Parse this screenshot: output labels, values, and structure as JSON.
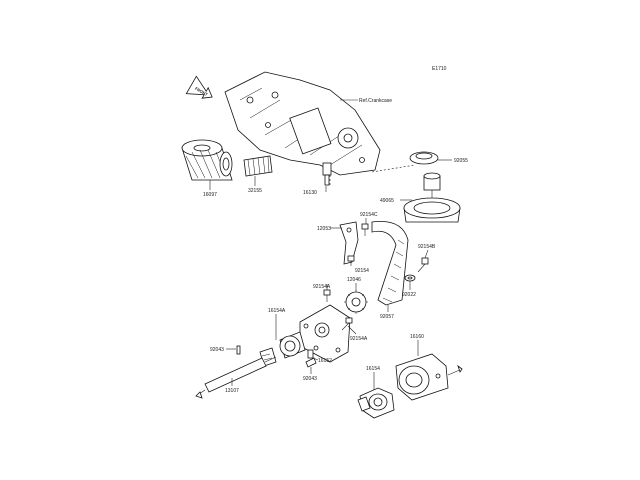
{
  "diagram": {
    "code": "E1710",
    "front_label": "FRONT",
    "ref_label": "Ref.Crankcase",
    "callouts": {
      "p16097": "16097",
      "p32155": "32155",
      "p16130": "16130",
      "p92055": "92055",
      "p49065": "49065",
      "p12053": "12053",
      "p92154C": "92154C",
      "p92154B": "92154B",
      "p92154": "92154",
      "p12046": "12046",
      "p92154A_top": "92154A",
      "p92022": "92022",
      "p92057": "92057",
      "p16154A": "16154A",
      "p92154A_bot": "92154A",
      "p92043_left": "92043",
      "p16152": "16152",
      "p92043_bot": "92043",
      "p13107": "13107",
      "p16160": "16160",
      "p16154": "16154"
    }
  }
}
